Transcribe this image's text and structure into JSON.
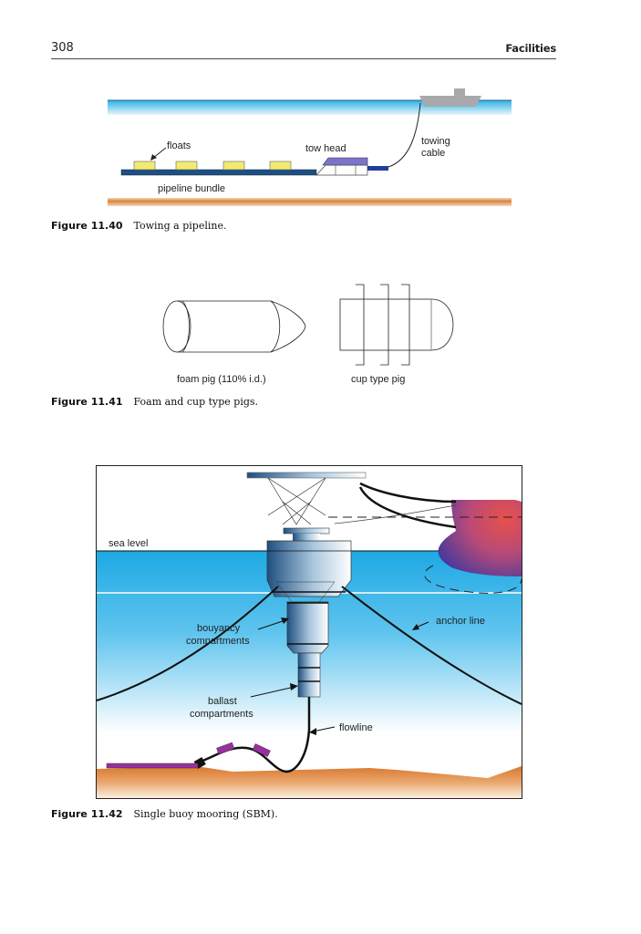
{
  "header": {
    "page_number": "308",
    "section_title": "Facilities"
  },
  "figures": [
    {
      "id": "11.40",
      "label": "Figure 11.40",
      "caption": "Towing a pipeline.",
      "labels": {
        "floats": "floats",
        "tow_head": "tow head",
        "towing_cable_1": "towing",
        "towing_cable_2": "cable",
        "pipeline_bundle": "pipeline bundle"
      },
      "colors": {
        "sea": "#3fb6e6",
        "seabed": "#d9843f",
        "pipeline": "#1f4f80",
        "float": "#f3ea70",
        "tow_head": "#7a74cc",
        "ship": "#a7a9ac"
      }
    },
    {
      "id": "11.41",
      "label": "Figure 11.41",
      "caption": "Foam and cup type pigs.",
      "labels": {
        "foam_pig": "foam pig (110% i.d.)",
        "cup_pig": "cup type pig"
      }
    },
    {
      "id": "11.42",
      "label": "Figure 11.42",
      "caption": "Single buoy mooring (SBM).",
      "labels": {
        "sea_level": "sea level",
        "anchor_line": "anchor line",
        "bouyancy_1": "bouyancy",
        "bouyancy_2": "compartments",
        "ballast_1": "ballast",
        "ballast_2": "compartments",
        "flowline": "flowline"
      },
      "colors": {
        "sea_top": "#1ea9e3",
        "seabed": "#d9782e",
        "hose": "#9a2fa0",
        "tanker": "#c84a5c"
      }
    }
  ]
}
